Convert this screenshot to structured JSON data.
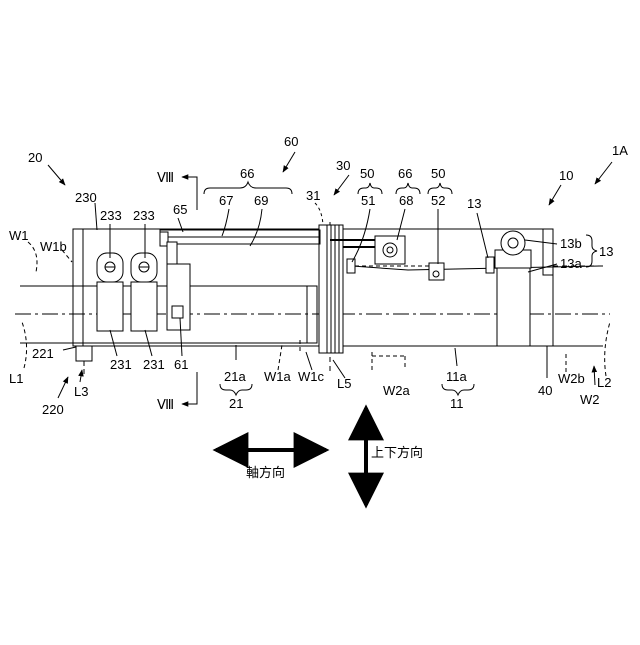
{
  "figure": {
    "labels": {
      "l1A": "1A",
      "l10": "10",
      "l20": "20",
      "l60": "60",
      "l30": "30",
      "l66a": "66",
      "l66b": "66",
      "l67": "67",
      "l69": "69",
      "l65": "65",
      "l31": "31",
      "l50a": "50",
      "l51": "51",
      "l68": "68",
      "l50b": "50",
      "l52": "52",
      "l13": "13",
      "l13b": "13b",
      "l13r": "13",
      "l13a": "13a",
      "l230": "230",
      "l233a": "233",
      "l233b": "233",
      "lW1": "W1",
      "lW1b": "W1b",
      "lViiiTop": "Ⅷ",
      "lViiiBot": "Ⅷ",
      "l221": "221",
      "l231a": "231",
      "l231b": "231",
      "l61": "61",
      "lL1": "L1",
      "l220": "220",
      "lL3": "L3",
      "l21a": "21a",
      "l21": "21",
      "lW1a": "W1a",
      "lW1c": "W1c",
      "lL5": "L5",
      "lW2a": "W2a",
      "l11a": "11a",
      "l11": "11",
      "l40": "40",
      "lW2b": "W2b",
      "lL2": "L2",
      "lW2": "W2"
    },
    "axial_direction_label": "軸方向",
    "vertical_direction_label": "上下方向"
  }
}
